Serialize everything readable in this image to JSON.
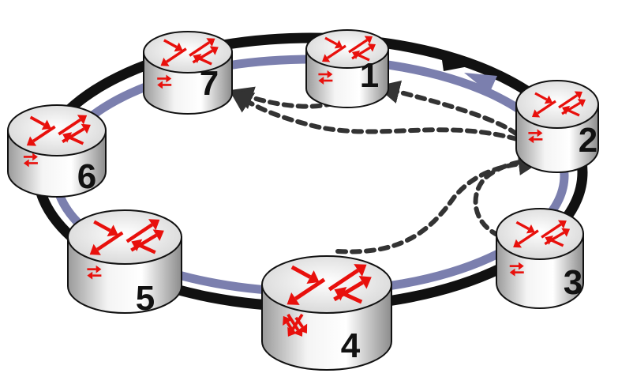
{
  "diagram": {
    "type": "ring-network",
    "nodes": [
      {
        "id": "1",
        "label": "1",
        "kind": "router",
        "icon": "router-arrows-icon",
        "badge": "bidirectional-arrow-icon"
      },
      {
        "id": "2",
        "label": "2",
        "kind": "router",
        "icon": "router-arrows-icon",
        "badge": "bidirectional-arrow-icon"
      },
      {
        "id": "3",
        "label": "3",
        "kind": "router",
        "icon": "router-arrows-icon",
        "badge": "bidirectional-arrow-icon"
      },
      {
        "id": "4",
        "label": "4",
        "kind": "router",
        "icon": "router-arrows-icon",
        "badge": "cross-connect-arrows-icon"
      },
      {
        "id": "5",
        "label": "5",
        "kind": "router",
        "icon": "router-arrows-icon",
        "badge": "bidirectional-arrow-icon"
      },
      {
        "id": "6",
        "label": "6",
        "kind": "router",
        "icon": "router-arrows-icon",
        "badge": "bidirectional-arrow-icon"
      },
      {
        "id": "7",
        "label": "7",
        "kind": "router",
        "icon": "router-arrows-icon",
        "badge": "bidirectional-arrow-icon"
      }
    ],
    "rings": [
      {
        "id": "outer-ring",
        "color": "#111111"
      },
      {
        "id": "inner-ring",
        "color": "#7b7fae"
      }
    ],
    "dashed_paths": [
      {
        "from": "1",
        "to": "7"
      },
      {
        "from": "2",
        "to": "1"
      },
      {
        "from": "2",
        "to": "7"
      },
      {
        "from": "4",
        "to": "2"
      },
      {
        "from": "3",
        "to": "2"
      }
    ],
    "colors": {
      "router_arrow": "#e8100c",
      "router_body": "#e4e4e4",
      "dashed_path": "#333333",
      "outer_ring": "#111111",
      "inner_ring": "#7b7fae"
    }
  }
}
